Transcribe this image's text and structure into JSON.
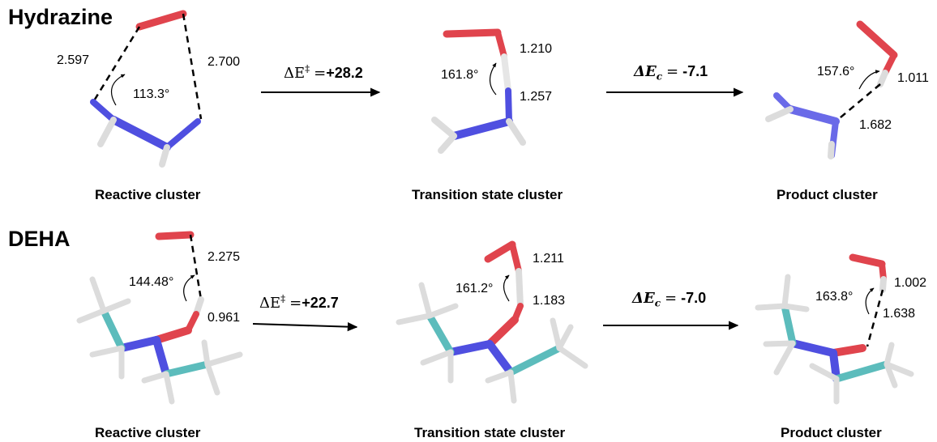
{
  "colors": {
    "oxygen": "#e0444d",
    "nitrogen": "#4f4fe0",
    "hydrogen": "#e8e8e8",
    "carbon": "#5cbcbc"
  },
  "rows": [
    {
      "title": "Hydrazine",
      "panels": [
        {
          "caption": "Reactive cluster",
          "distances": [
            "2.597",
            "2.700"
          ],
          "angle": "113.3°"
        },
        {
          "caption": "Transition state cluster",
          "distances": [
            "1.210",
            "1.257"
          ],
          "angle": "161.8°"
        },
        {
          "caption": "Product cluster",
          "distances": [
            "1.011",
            "1.682"
          ],
          "angle": "157.6°"
        }
      ],
      "arrows": [
        {
          "symbol": "ΔE",
          "superscript": "‡",
          "operator": "=",
          "value": "+28.2"
        },
        {
          "symbol": "ΔE",
          "subscript": "c",
          "operator": "=",
          "value": "-7.1"
        }
      ]
    },
    {
      "title": "DEHA",
      "panels": [
        {
          "caption": "Reactive cluster",
          "distances": [
            "2.275",
            "0.961"
          ],
          "angle": "144.48°"
        },
        {
          "caption": "Transition state cluster",
          "distances": [
            "1.211",
            "1.183"
          ],
          "angle": "161.2°"
        },
        {
          "caption": "Product cluster",
          "distances": [
            "1.002",
            "1.638"
          ],
          "angle": "163.8°"
        }
      ],
      "arrows": [
        {
          "symbol": "ΔE",
          "superscript": "‡",
          "operator": "=",
          "value": "+22.7"
        },
        {
          "symbol": "ΔE",
          "subscript": "c",
          "operator": "=",
          "value": "-7.0"
        }
      ]
    }
  ]
}
